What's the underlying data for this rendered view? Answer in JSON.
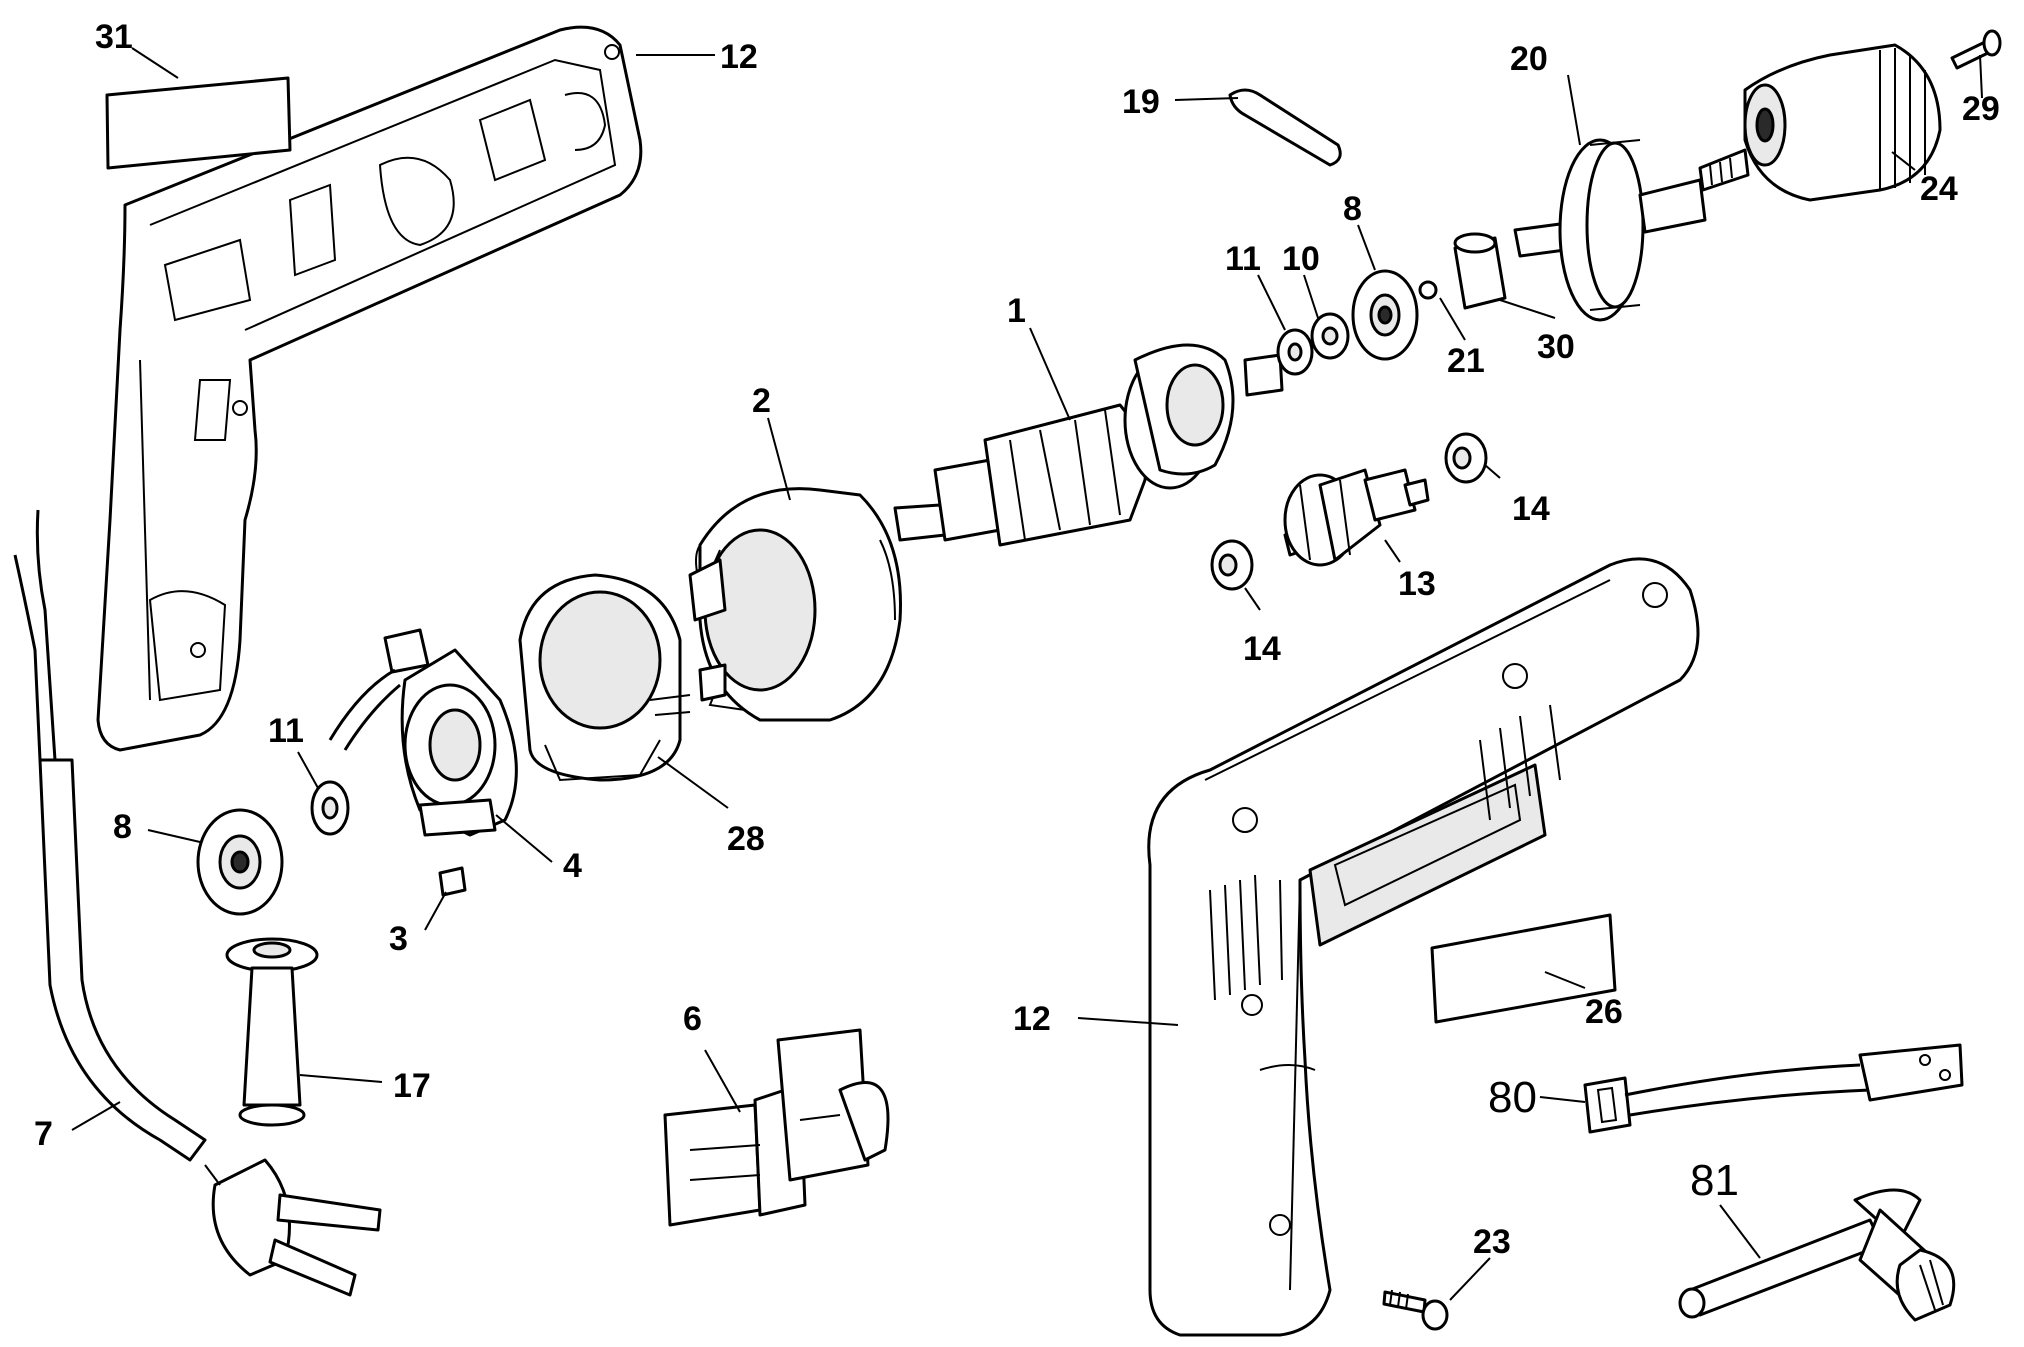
{
  "diagram": {
    "labels": [
      {
        "id": "31",
        "text": "31"
      },
      {
        "id": "12a",
        "text": "12"
      },
      {
        "id": "19",
        "text": "19"
      },
      {
        "id": "20",
        "text": "20"
      },
      {
        "id": "29",
        "text": "29"
      },
      {
        "id": "24",
        "text": "24"
      },
      {
        "id": "8a",
        "text": "8"
      },
      {
        "id": "11a",
        "text": "11"
      },
      {
        "id": "10",
        "text": "10"
      },
      {
        "id": "1",
        "text": "1"
      },
      {
        "id": "21",
        "text": "21"
      },
      {
        "id": "30",
        "text": "30"
      },
      {
        "id": "2",
        "text": "2"
      },
      {
        "id": "14a",
        "text": "14"
      },
      {
        "id": "13",
        "text": "13"
      },
      {
        "id": "14b",
        "text": "14"
      },
      {
        "id": "11b",
        "text": "11"
      },
      {
        "id": "8b",
        "text": "8"
      },
      {
        "id": "4",
        "text": "4"
      },
      {
        "id": "28",
        "text": "28"
      },
      {
        "id": "3",
        "text": "3"
      },
      {
        "id": "6",
        "text": "6"
      },
      {
        "id": "17",
        "text": "17"
      },
      {
        "id": "7",
        "text": "7"
      },
      {
        "id": "12b",
        "text": "12"
      },
      {
        "id": "26",
        "text": "26"
      },
      {
        "id": "80",
        "text": "80"
      },
      {
        "id": "81",
        "text": "81"
      },
      {
        "id": "23",
        "text": "23"
      }
    ]
  }
}
